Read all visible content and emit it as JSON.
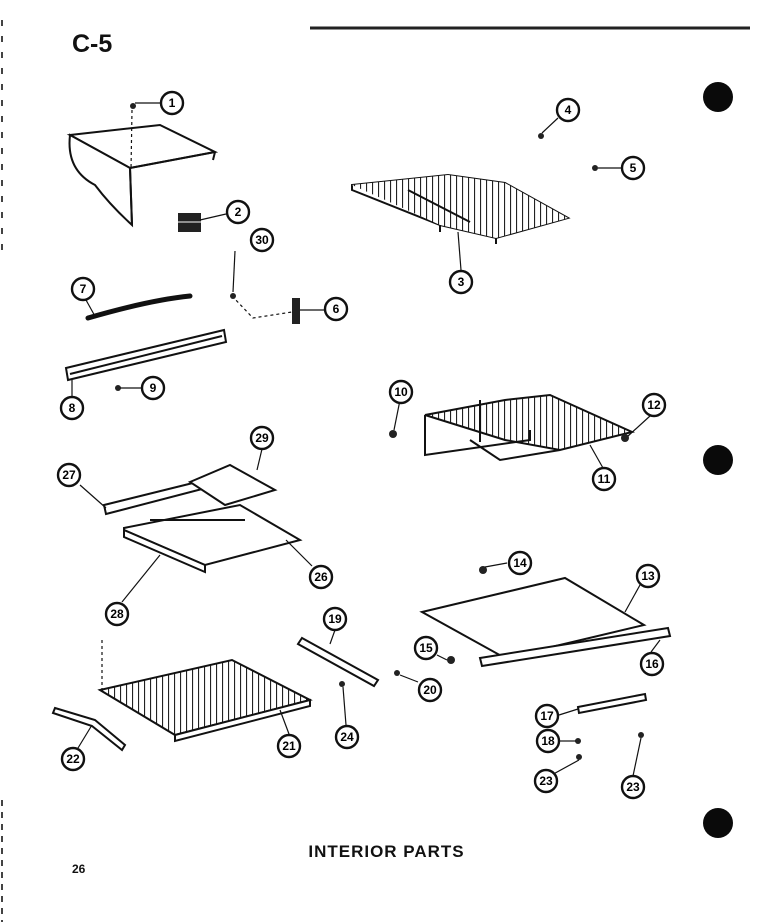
{
  "page": {
    "code": "C-5",
    "caption": "INTERIOR PARTS",
    "page_number": "26"
  },
  "callouts": [
    "1",
    "2",
    "3",
    "4",
    "5",
    "6",
    "7",
    "8",
    "9",
    "10",
    "11",
    "12",
    "13",
    "14",
    "15",
    "16",
    "17",
    "18",
    "19",
    "20",
    "21",
    "22",
    "23",
    "23",
    "24",
    "26",
    "27",
    "28",
    "29",
    "30"
  ],
  "colors": {
    "ink": "#111111",
    "paper": "#ffffff",
    "hole": "#0a0a0a"
  }
}
